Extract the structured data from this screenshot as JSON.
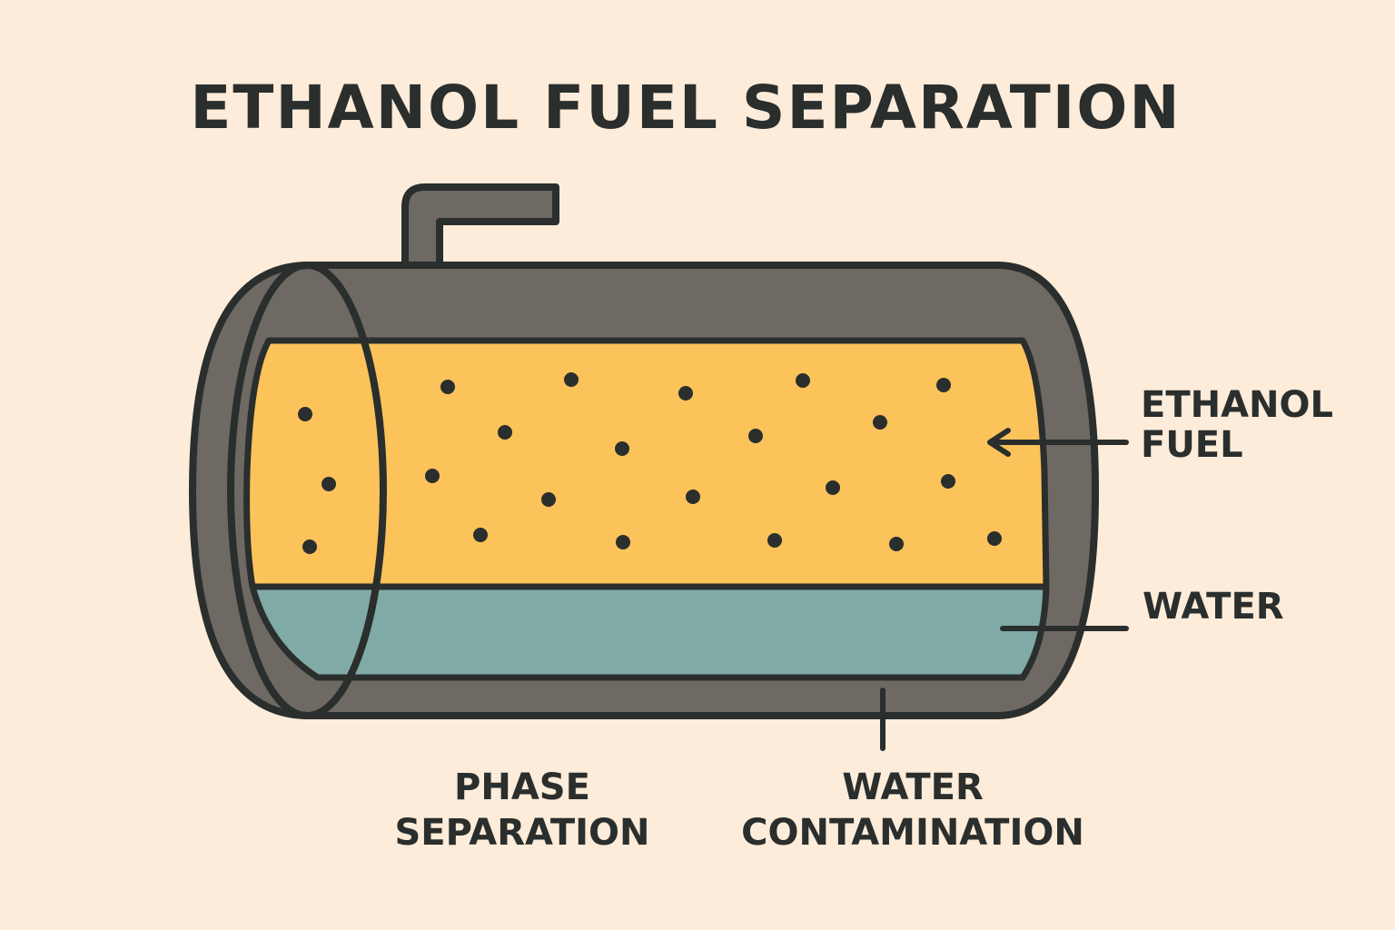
{
  "title": "ETHANOL FUEL SEPARATION",
  "labels": {
    "ethanol_fuel": [
      "ETHANOL",
      "FUEL"
    ],
    "water": "WATER",
    "phase_separation": [
      "PHASE",
      "SEPARATION"
    ],
    "water_contamination": [
      "WATER",
      "CONTAMINATION"
    ]
  },
  "colors": {
    "background": "#fcecd9",
    "tank_shell": "#6e6963",
    "ethanol_fuel": "#fcc35a",
    "water": "#7faaa6",
    "outline": "#2a2e2d"
  }
}
